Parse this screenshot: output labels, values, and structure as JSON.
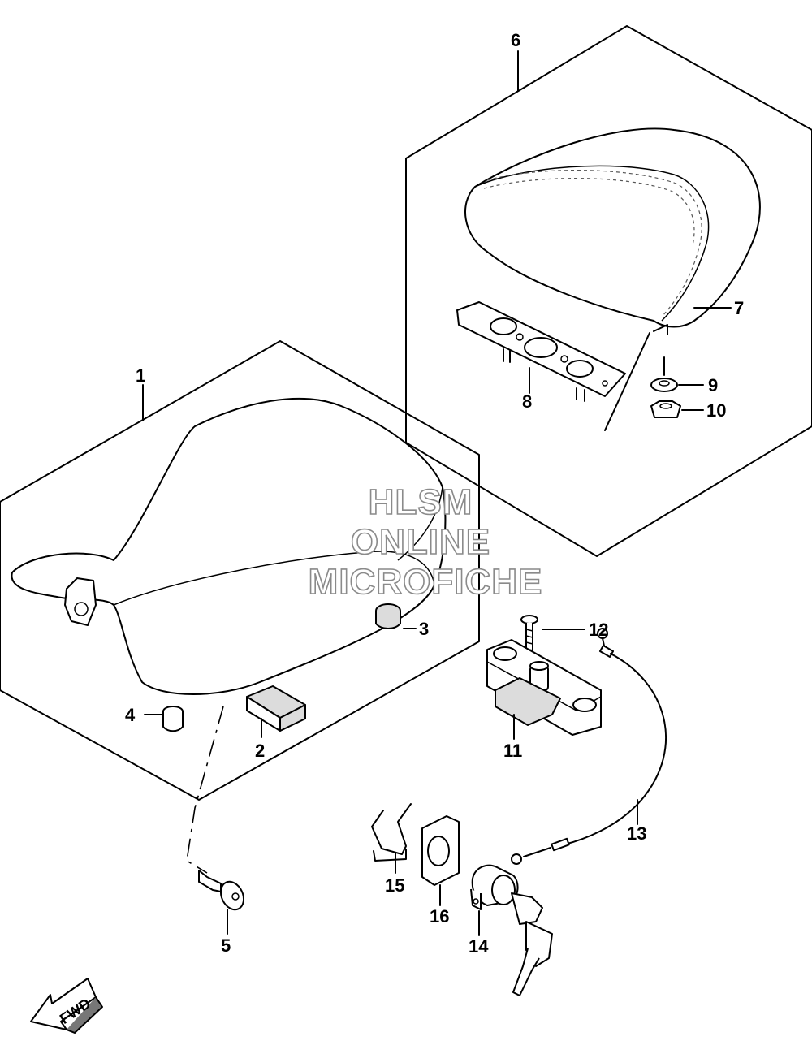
{
  "callouts": {
    "c1": "1",
    "c2": "2",
    "c3": "3",
    "c4": "4",
    "c5": "5",
    "c6": "6",
    "c7": "7",
    "c8": "8",
    "c9": "9",
    "c10": "10",
    "c11": "11",
    "c12": "12",
    "c13": "13",
    "c14": "14",
    "c15": "15",
    "c16": "16"
  },
  "watermark": {
    "line1": "HLSM",
    "line2": "ONLINE",
    "line3": "MICROFICHE"
  },
  "fwd_label": "FWD",
  "colors": {
    "line": "#000000",
    "watermark_outline": "#8a8a8a",
    "part_shade": "#dcdcdc"
  }
}
